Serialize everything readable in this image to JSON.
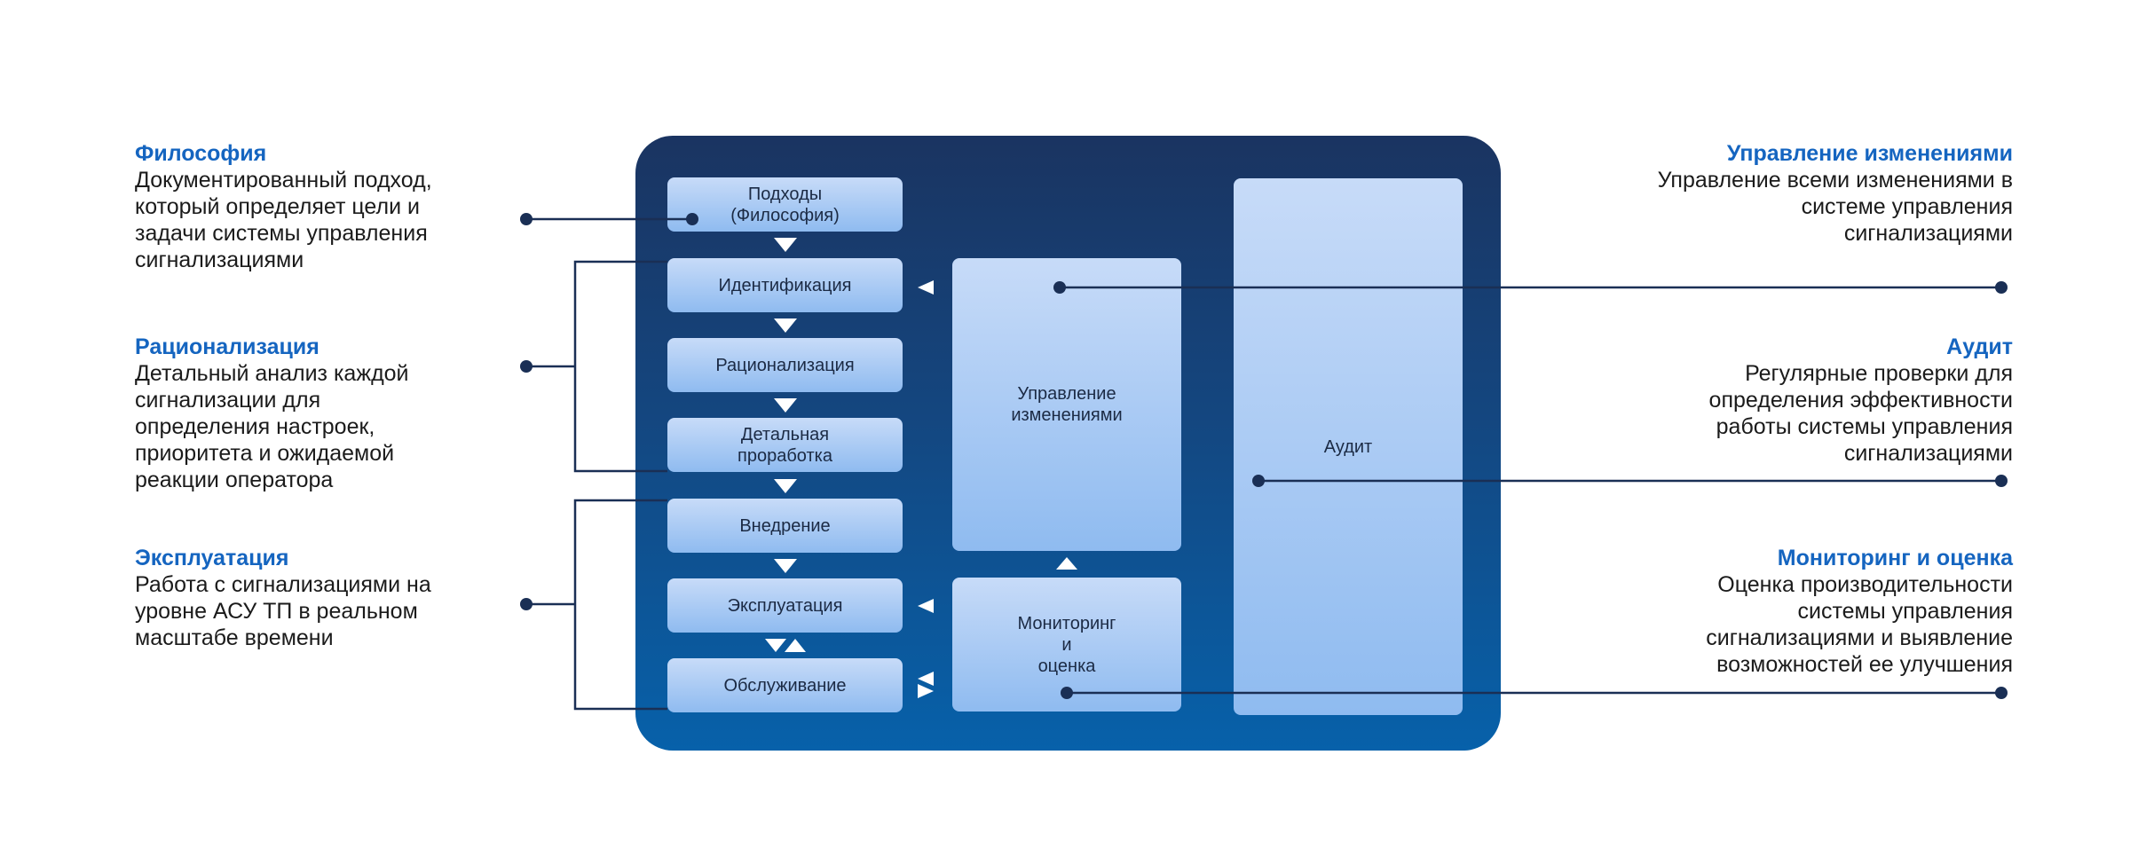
{
  "left_notes": [
    {
      "title": "Философия",
      "desc": [
        "Документированный подход,",
        "который определяет цели и",
        "задачи системы управления",
        "сигнализациями"
      ]
    },
    {
      "title": "Рационализация",
      "desc": [
        "Детальный анализ каждой",
        "сигнализации для",
        "определения настроек,",
        "приоритета и ожидаемой",
        "реакции оператора"
      ]
    },
    {
      "title": "Эксплуатация",
      "desc": [
        "Работа с сигнализациями на",
        "уровне АСУ ТП в реальном",
        "масштабе времени"
      ]
    }
  ],
  "right_notes": [
    {
      "title": "Управление изменениями",
      "desc": [
        "Управление всеми изменениями в",
        "системе управления",
        "сигнализациями"
      ]
    },
    {
      "title": "Аудит",
      "desc": [
        "Регулярные проверки для",
        "определения эффективности",
        "работы системы управления",
        "сигнализациями"
      ]
    },
    {
      "title": "Мониторинг и оценка",
      "desc": [
        "Оценка производительности",
        "системы управления",
        "сигнализациями и выявление",
        "возможностей ее улучшения"
      ]
    }
  ],
  "stages": [
    [
      "Подходы",
      "(Философия)"
    ],
    [
      "Идентификация"
    ],
    [
      "Рационализация"
    ],
    [
      "Детальная",
      "проработка"
    ],
    [
      "Внедрение"
    ],
    [
      "Эксплуатация"
    ],
    [
      "Обслуживание"
    ]
  ],
  "change_mgmt": [
    "Управление",
    "изменениями"
  ],
  "monitoring": [
    "Мониторинг",
    "и",
    "оценка"
  ],
  "audit": [
    "Аудит"
  ]
}
